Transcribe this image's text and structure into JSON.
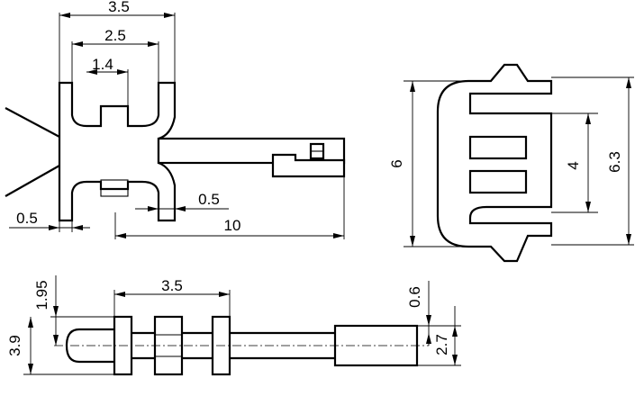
{
  "dimensions": {
    "top_left_view": {
      "overall_width": "3.5",
      "inner_width": "2.5",
      "slot_width": "1.4",
      "pin_offset": "0.5",
      "tail_thickness": "0.5",
      "tail_length": "10"
    },
    "side_view": {
      "height": "6",
      "slot_span": "4",
      "overall_height": "6.3"
    },
    "bottom_view": {
      "collar_span": "3.5",
      "half_height": "1.95",
      "diameter": "3.9",
      "step": "0.6",
      "tail_diameter": "2.7"
    }
  }
}
